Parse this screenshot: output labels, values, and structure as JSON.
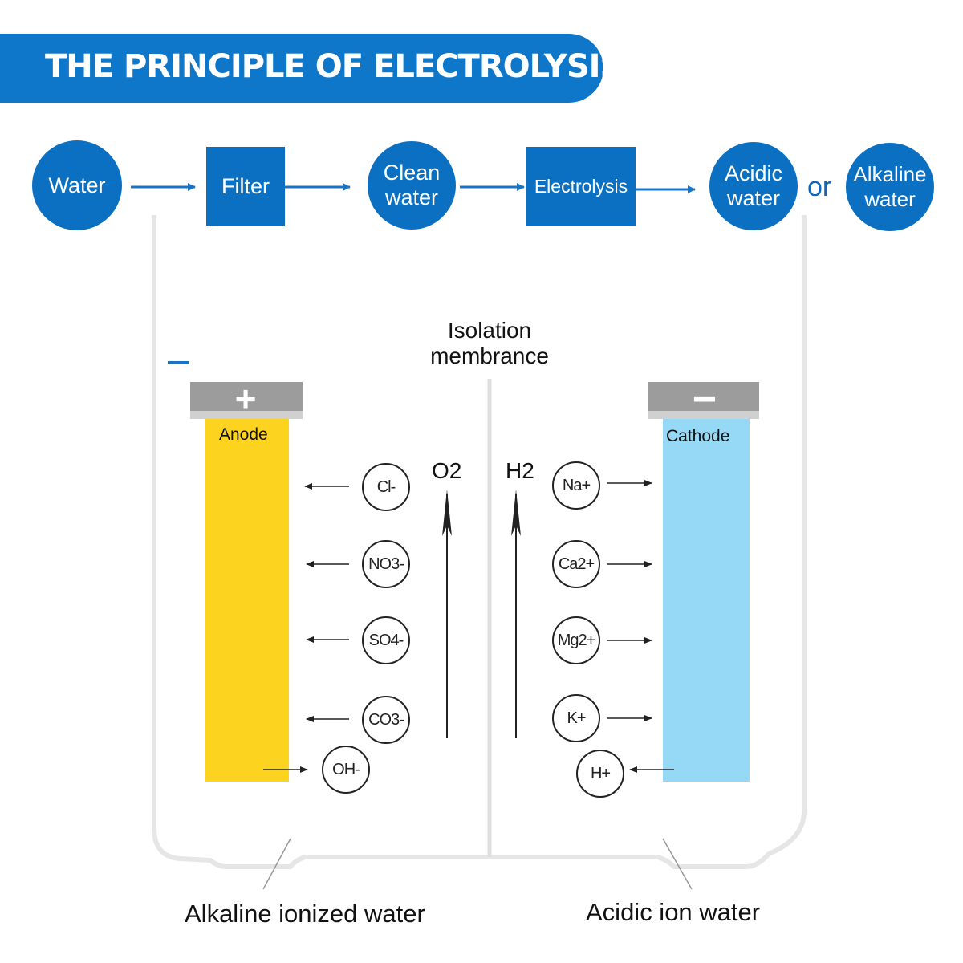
{
  "header": {
    "title": "THE PRINCIPLE OF ELECTROLYSIS"
  },
  "flow": {
    "water": "Water",
    "filter": "Filter",
    "clean_water_line1": "Clean",
    "clean_water_line2": "water",
    "electrolysis": "Electrolysis",
    "acidic_line1": "Acidic",
    "acidic_line2": "water",
    "or": "or",
    "alkaline_line1": "Alkaline",
    "alkaline_line2": "water"
  },
  "cell": {
    "membrane_line1": "Isolation",
    "membrane_line2": "membrance",
    "anode": {
      "label": "Anode",
      "sign": "+"
    },
    "cathode": {
      "label": "Cathode",
      "sign": "−"
    },
    "o2": "O2",
    "h2": "H2",
    "anode_ions": [
      "Cl-",
      "NO3-",
      "SO4-",
      "CO3-"
    ],
    "oh_ion": "OH-",
    "cathode_ions": [
      "Na+",
      "Ca2+",
      "Mg2+",
      "K+"
    ],
    "h_ion": "H+",
    "left_output": "Alkaline ionized water",
    "right_output": "Acidic ion water"
  },
  "colors": {
    "brand_blue": "#0e77c9",
    "anode_yellow": "#fcd420",
    "cathode_blue": "#95d9f6",
    "cap_gray": "#9c9c9c"
  }
}
